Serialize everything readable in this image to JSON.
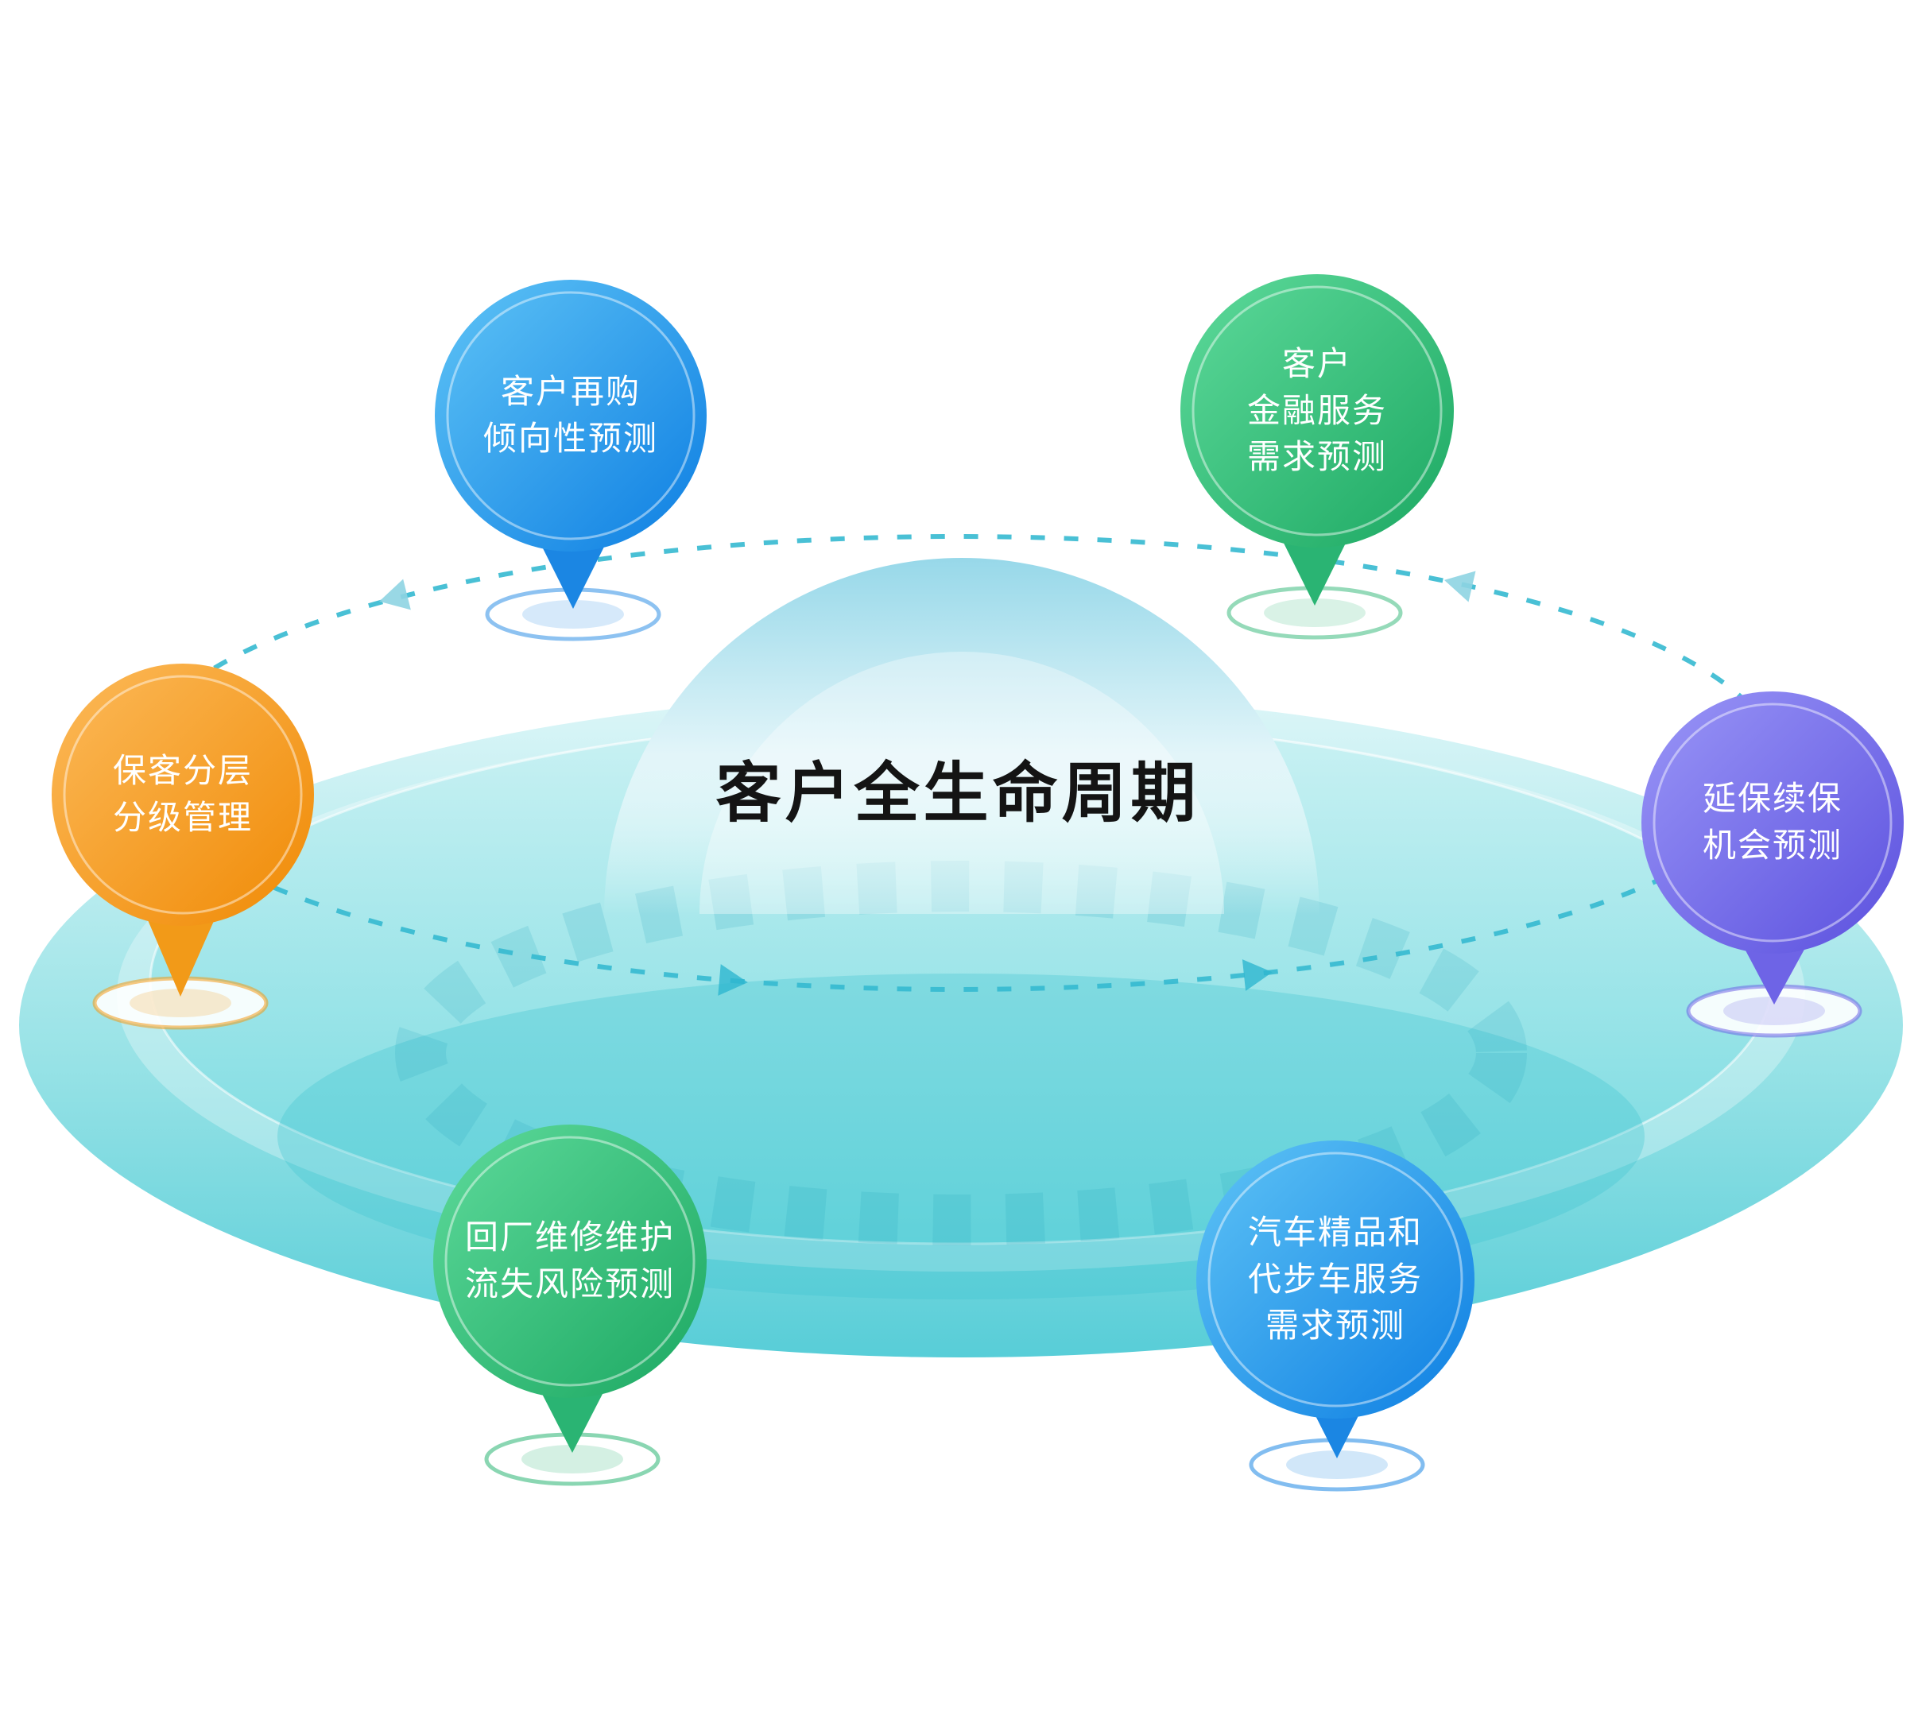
{
  "title": {
    "text": "客户全生命周期"
  },
  "orbit": {
    "color": "#2eb7cf",
    "style": "dashed-ellipse-with-arrows"
  },
  "platform": {
    "color_top": "#cdeff2",
    "color_bottom": "#49c9d4"
  },
  "pins": [
    {
      "name": "repurchase-propensity-prediction",
      "position": "top-left",
      "color": "#1788e8",
      "lines": [
        "客户再购",
        "倾向性预测"
      ]
    },
    {
      "name": "financial-services-demand-prediction",
      "position": "top-right",
      "color": "#2bb673",
      "lines": [
        "客户",
        "金融服务",
        "需求预测"
      ]
    },
    {
      "name": "customer-tiering-management",
      "position": "left",
      "color": "#f29a18",
      "lines": [
        "保客分层",
        "分级管理"
      ]
    },
    {
      "name": "warranty-renewal-opportunity-prediction",
      "position": "right",
      "color": "#6e64e6",
      "lines": [
        "延保续保",
        "机会预测"
      ]
    },
    {
      "name": "service-churn-risk-prediction",
      "position": "bottom-left",
      "color": "#2ab473",
      "lines": [
        "回厂维修维护",
        "流失风险预测"
      ]
    },
    {
      "name": "accessories-courtesy-car-demand-prediction",
      "position": "bottom-right",
      "color": "#1b86e3",
      "lines": [
        "汽车精品和",
        "代步车服务",
        "需求预测"
      ]
    }
  ]
}
